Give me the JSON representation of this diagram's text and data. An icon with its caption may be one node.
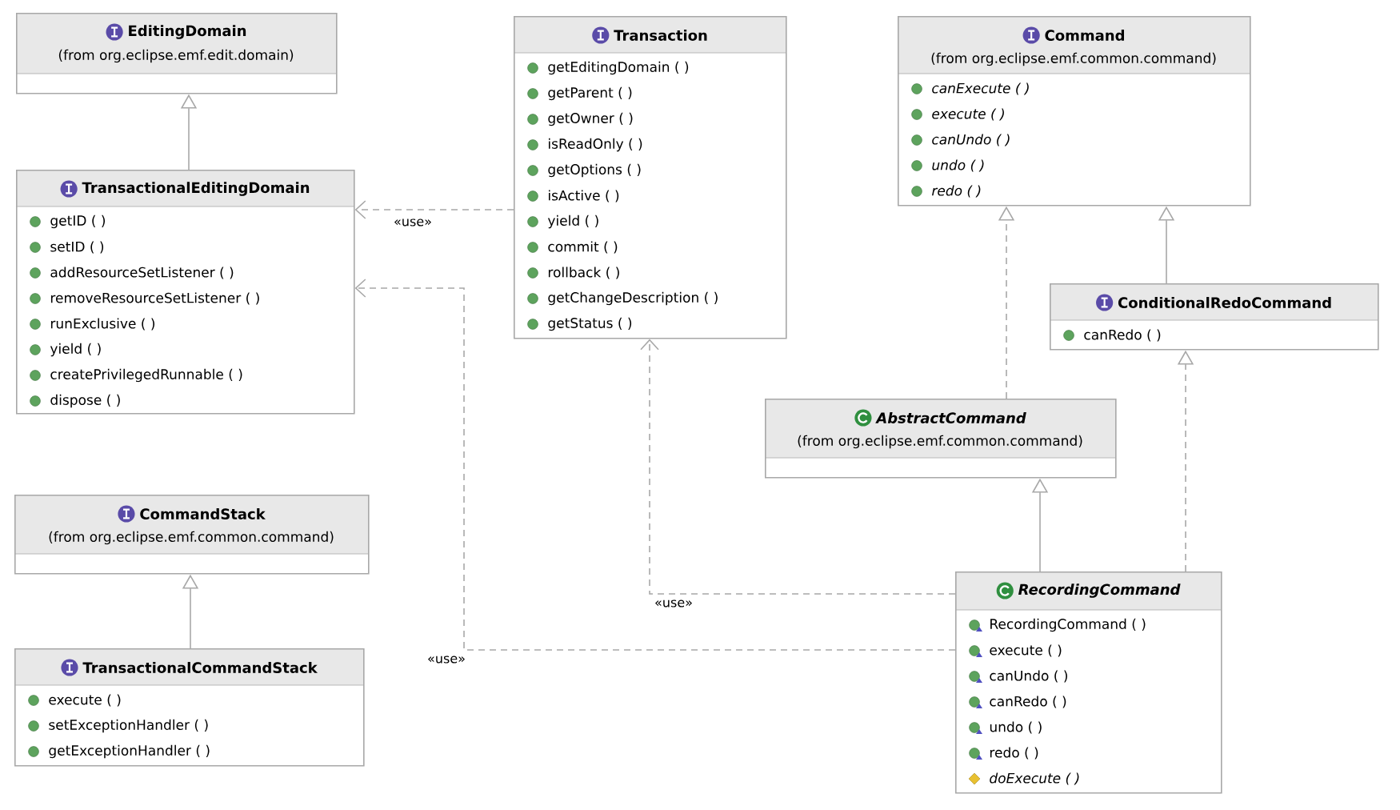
{
  "diagram": {
    "nodes": [
      {
        "text": [
          "EditingDomain",
          "(from org.eclipse.emf.edit.domain)"
        ]
      },
      {
        "text": [
          "TransactionalEditingDomain",
          "getID ( )",
          "setID ( )",
          "addResourceSetListener ( )",
          "removeResourceSetListener ( )",
          "runExclusive ( )",
          "yield ( )",
          "createPrivilegedRunnable ( )",
          "dispose ( )"
        ]
      },
      {
        "text": [
          "Transaction",
          "getEditingDomain ( )",
          "getParent ( )",
          "getOwner ( )",
          "isReadOnly ( )",
          "getOptions ( )",
          "isActive ( )",
          "yield ( )",
          "commit ( )",
          "rollback ( )",
          "getChangeDescription ( )",
          "getStatus ( )"
        ]
      },
      {
        "text": [
          "Command",
          "(from org.eclipse.emf.common.command)",
          "canExecute ( )",
          "execute ( )",
          "canUndo ( )",
          "undo ( )",
          "redo ( )"
        ]
      },
      {
        "text": [
          "ConditionalRedoCommand",
          "canRedo ( )"
        ]
      },
      {
        "text": [
          "AbstractCommand",
          "(from org.eclipse.emf.common.command)"
        ]
      },
      {
        "text": [
          "CommandStack",
          "(from org.eclipse.emf.common.command)"
        ]
      },
      {
        "text": [
          "TransactionalCommandStack",
          "execute ( )",
          "setExceptionHandler ( )",
          "getExceptionHandler ( )"
        ]
      },
      {
        "text": [
          "RecordingCommand",
          "RecordingCommand ( )",
          "execute ( )",
          "canUndo ( )",
          "canRedo ( )",
          "undo ( )",
          "redo ( )",
          "doExecute ( )"
        ]
      }
    ],
    "edges": [
      {
        "from": 1,
        "to": 0,
        "arrow": "to"
      },
      {
        "from": 2,
        "to": 1,
        "arrow": "to",
        "style": "dashed",
        "label": "«use»"
      },
      {
        "from": 8,
        "to": 1,
        "arrow": "to",
        "style": "dashed",
        "label": "«use»"
      },
      {
        "from": 8,
        "to": 2,
        "arrow": "to",
        "style": "dashed",
        "label": "«use»"
      },
      {
        "from": 7,
        "to": 6,
        "arrow": "to"
      },
      {
        "from": 5,
        "to": 3,
        "arrow": "to",
        "style": "dashed"
      },
      {
        "from": 4,
        "to": 3,
        "arrow": "to"
      },
      {
        "from": 8,
        "to": 5,
        "arrow": "to"
      },
      {
        "from": 8,
        "to": 4,
        "arrow": "to",
        "style": "dashed"
      }
    ]
  }
}
